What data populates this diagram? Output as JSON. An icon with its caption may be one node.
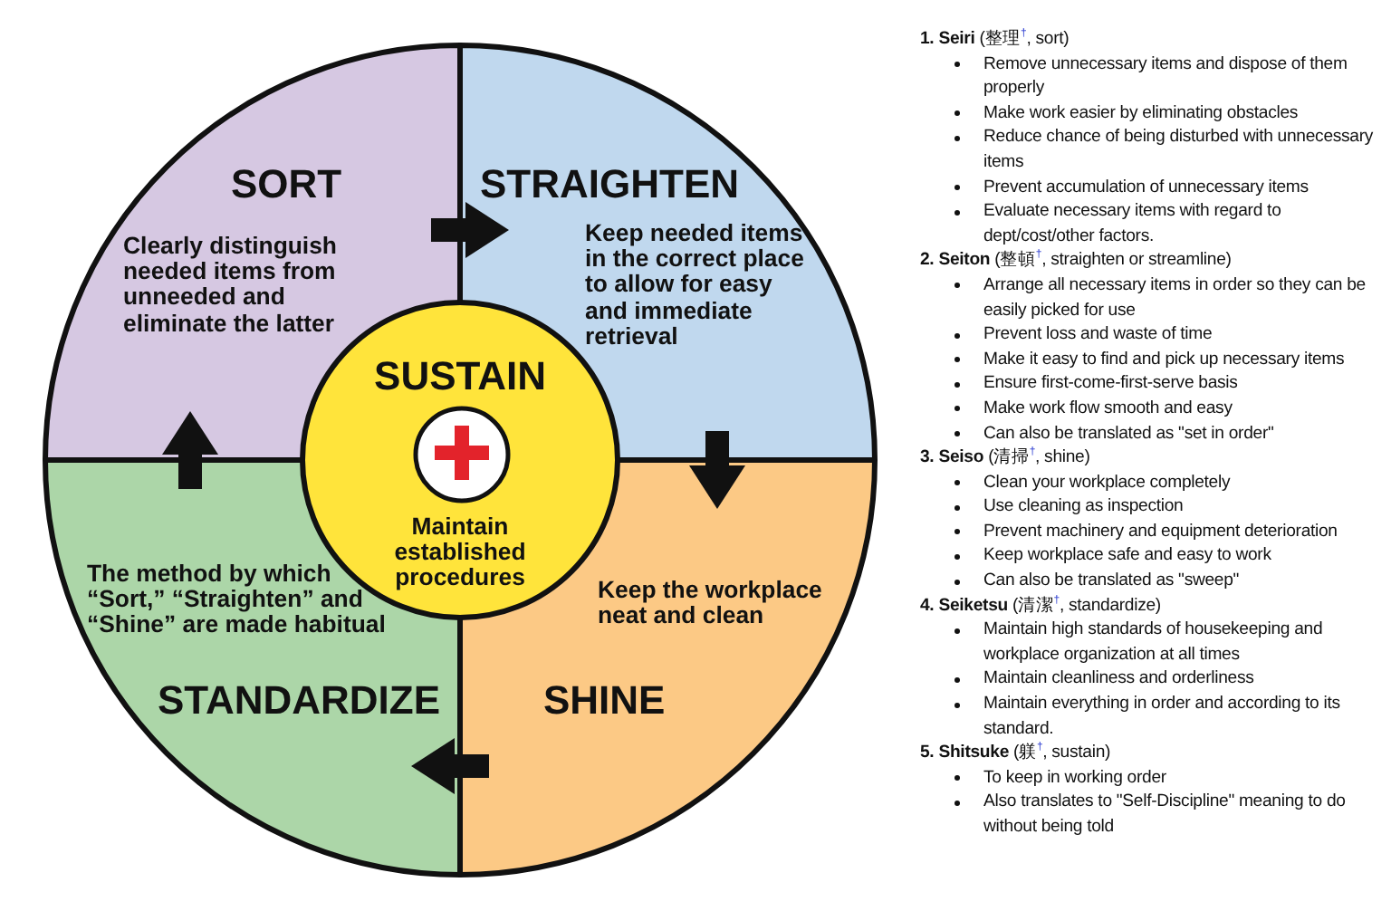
{
  "diagram": {
    "nodes": [
      {
        "text": [
          "SORT",
          "Clearly distinguish needed items from unneeded and eliminate the latter"
        ]
      },
      {
        "text": [
          "STRAIGHTEN",
          "Keep needed items in the correct place to allow for easy and immediate retrieval"
        ]
      },
      {
        "text": [
          "SUSTAIN",
          "Maintain established procedures"
        ]
      },
      {
        "text": [
          "The method by which “Sort,” “Straighten” and “Shine” are made habitual",
          "STANDARDIZE"
        ]
      },
      {
        "text": [
          "Keep the workplace neat and clean",
          "SHINE"
        ]
      }
    ],
    "edges": [
      {
        "from": 0,
        "to": 1,
        "arrow": "to"
      },
      {
        "from": 1,
        "to": 4,
        "arrow": "to"
      },
      {
        "from": 4,
        "to": 3,
        "arrow": "to"
      },
      {
        "from": 3,
        "to": 0,
        "arrow": "to"
      }
    ],
    "labels": [
      "**1. Seiri** (整理$^{†}$, sort)",
      "Remove unnecessary items and dispose of them properly",
      "Make work easier by eliminating obstacles",
      "Reduce chance of being disturbed with unnecessary items",
      "Prevent accumulation of unnecessary items",
      "Evaluate necessary items with regard to dept/cost/other factors.",
      "**2. Seiton** (整頓$^{†}$, straighten or streamline)",
      "Arrange all necessary items in order so they can be easily picked for use",
      "Prevent loss and waste of time",
      "Make it easy to find and pick up necessary items",
      "Ensure first-come-first-serve basis",
      "Make work flow smooth and easy",
      "Can also be translated as \"set in order\"",
      "**3. Seiso** (清掃$^{†}$, shine)",
      "Clean your workplace completely",
      "Use cleaning as inspection",
      "Prevent machinery and equipment deterioration",
      "Keep workplace safe and easy to work",
      "Can also be translated as \"sweep\"",
      "**4. Seiketsu** (清潔$^{†}$, standardize)",
      "Maintain high standards of housekeeping and workplace organization at all times",
      "Maintain cleanliness and orderliness",
      "Maintain everything in order and according to its standard.",
      "**5. Shitsuke** (躾$^{†}$, sustain)",
      "To keep in working order",
      "Also translates to \"Self-Discipline\" meaning to do without being told"
    ]
  }
}
